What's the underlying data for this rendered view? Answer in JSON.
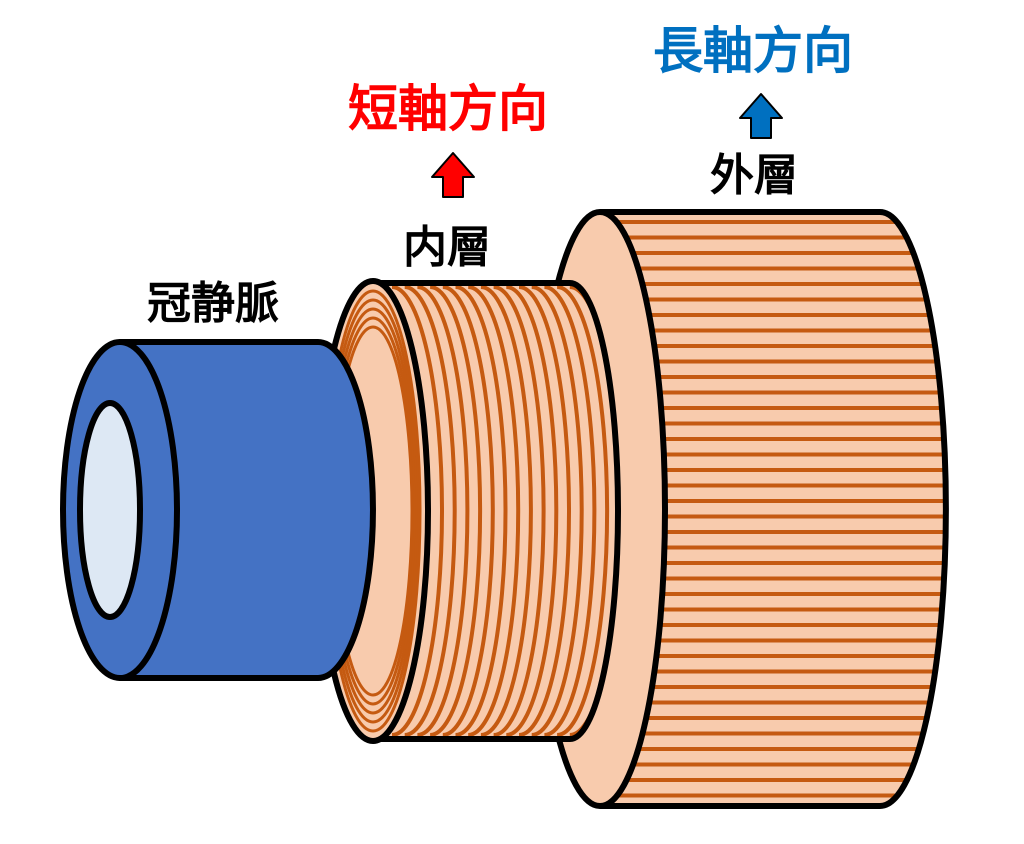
{
  "labels": {
    "vein": "冠静脈",
    "inner_layer": "内層",
    "outer_layer": "外層",
    "short_axis": "短軸方向",
    "long_axis": "長軸方向"
  },
  "colors": {
    "vein_fill": "#4472C4",
    "vein_lumen": "#DDE8F4",
    "layer_fill": "#F8CBAD",
    "fiber": "#C55A11",
    "outline": "#000000",
    "short_axis_color": "#FF0000",
    "long_axis_color": "#0070C0",
    "label_color": "#000000"
  }
}
